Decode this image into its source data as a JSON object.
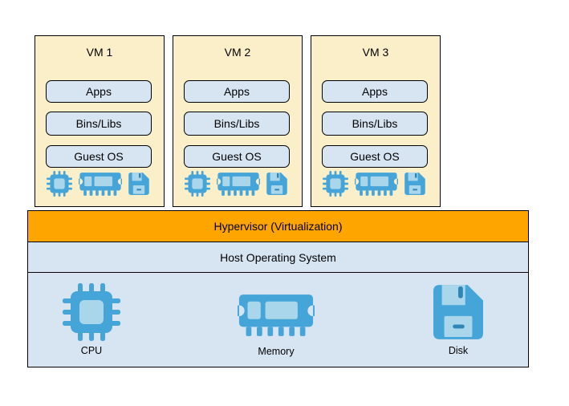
{
  "diagram": {
    "vms": [
      {
        "title": "VM 1",
        "layers": [
          "Apps",
          "Bins/Libs",
          "Guest OS"
        ],
        "resource_icons": [
          "cpu-icon",
          "memory-icon",
          "disk-icon"
        ]
      },
      {
        "title": "VM 2",
        "layers": [
          "Apps",
          "Bins/Libs",
          "Guest OS"
        ],
        "resource_icons": [
          "cpu-icon",
          "memory-icon",
          "disk-icon"
        ]
      },
      {
        "title": "VM 3",
        "layers": [
          "Apps",
          "Bins/Libs",
          "Guest OS"
        ],
        "resource_icons": [
          "cpu-icon",
          "memory-icon",
          "disk-icon"
        ]
      }
    ],
    "hypervisor": {
      "label": "Hypervisor (Virtualization)",
      "color": "#FFA500"
    },
    "host_os": {
      "label": "Host Operating System",
      "color": "#D7E5F3"
    },
    "hardware": {
      "panel_color": "#D7E5F3",
      "items": [
        {
          "icon": "cpu-icon",
          "label": "CPU"
        },
        {
          "icon": "memory-icon",
          "label": "Memory"
        },
        {
          "icon": "disk-icon",
          "label": "Disk"
        }
      ]
    },
    "colors": {
      "vm_fill": "#FBEFC9",
      "layer_fill": "#D7E5F3",
      "border": "#000000",
      "icon_main": "#45A5D8",
      "icon_light": "#A9D6EA",
      "icon_dark": "#2E86B8",
      "background": "#FFFFFF"
    }
  }
}
